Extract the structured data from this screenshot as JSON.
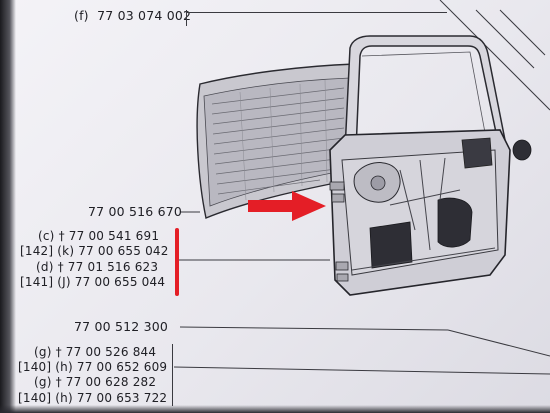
{
  "top_ref": "(f)  77 03 074 002",
  "callouts": {
    "door_shell": "77 00 516 670",
    "hinge_group": [
      "(c) † 77 00 541 691",
      "[142] (k) 77 00 655 042",
      "(d) † 77 01 516 623",
      "[141] (J) 77 00 655 044"
    ],
    "lower_ref": "77 00 512 300",
    "bottom_group": [
      "(g) † 77 00 526 844",
      "[140] (h) 77 00 652 609",
      "(g) † 77 00 628 282",
      "[140] (h) 77 00 653 722"
    ]
  },
  "colors": {
    "accent": "#e41e26",
    "ink": "#202026",
    "paper": "#eeedf2"
  },
  "icons": {
    "arrow": "red-arrow-icon",
    "bracket": "red-bracket-marker"
  }
}
